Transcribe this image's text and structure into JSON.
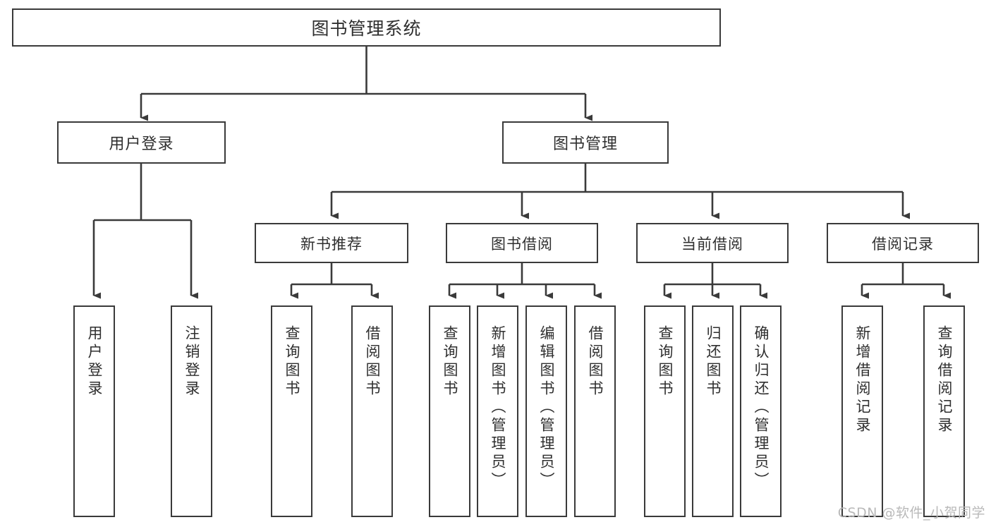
{
  "diagram": {
    "title": "图书管理系统",
    "type": "tree",
    "root": {
      "id": "root",
      "label": "图书管理系统"
    },
    "level1": [
      {
        "id": "user-login",
        "label": "用户登录"
      },
      {
        "id": "book-management",
        "label": "图书管理"
      }
    ],
    "level2": [
      {
        "id": "new-book-recommend",
        "label": "新书推荐",
        "parent": "book-management"
      },
      {
        "id": "book-borrow",
        "label": "图书借阅",
        "parent": "book-management"
      },
      {
        "id": "current-borrow",
        "label": "当前借阅",
        "parent": "book-management"
      },
      {
        "id": "borrow-record",
        "label": "借阅记录",
        "parent": "book-management"
      }
    ],
    "leaves": [
      {
        "id": "leaf-user-login",
        "label": "用户登录",
        "parent": "user-login"
      },
      {
        "id": "leaf-logout-login",
        "label": "注销登录",
        "parent": "user-login"
      },
      {
        "id": "leaf-query-book-1",
        "label": "查询图书",
        "parent": "new-book-recommend"
      },
      {
        "id": "leaf-borrow-book-1",
        "label": "借阅图书",
        "parent": "new-book-recommend"
      },
      {
        "id": "leaf-query-book-2",
        "label": "查询图书",
        "parent": "book-borrow"
      },
      {
        "id": "leaf-add-book",
        "label": "新增图书（管理员）",
        "parent": "book-borrow"
      },
      {
        "id": "leaf-edit-book",
        "label": "编辑图书（管理员）",
        "parent": "book-borrow"
      },
      {
        "id": "leaf-borrow-book-2",
        "label": "借阅图书",
        "parent": "book-borrow"
      },
      {
        "id": "leaf-query-book-3",
        "label": "查询图书",
        "parent": "current-borrow"
      },
      {
        "id": "leaf-return-book",
        "label": "归还图书",
        "parent": "current-borrow"
      },
      {
        "id": "leaf-confirm-return",
        "label": "确认归还（管理员）",
        "parent": "current-borrow"
      },
      {
        "id": "leaf-add-record",
        "label": "新增借阅记录",
        "parent": "borrow-record"
      },
      {
        "id": "leaf-query-record",
        "label": "查询借阅记录",
        "parent": "borrow-record"
      }
    ],
    "colors": {
      "line": "#3a3a3a",
      "box_border": "#3a3a3a",
      "box_fill": "#ffffff",
      "text": "#2f2f2f",
      "watermark": "#b9b9b9"
    }
  },
  "watermark": {
    "text": "CSDN @软件_小贺同学"
  }
}
